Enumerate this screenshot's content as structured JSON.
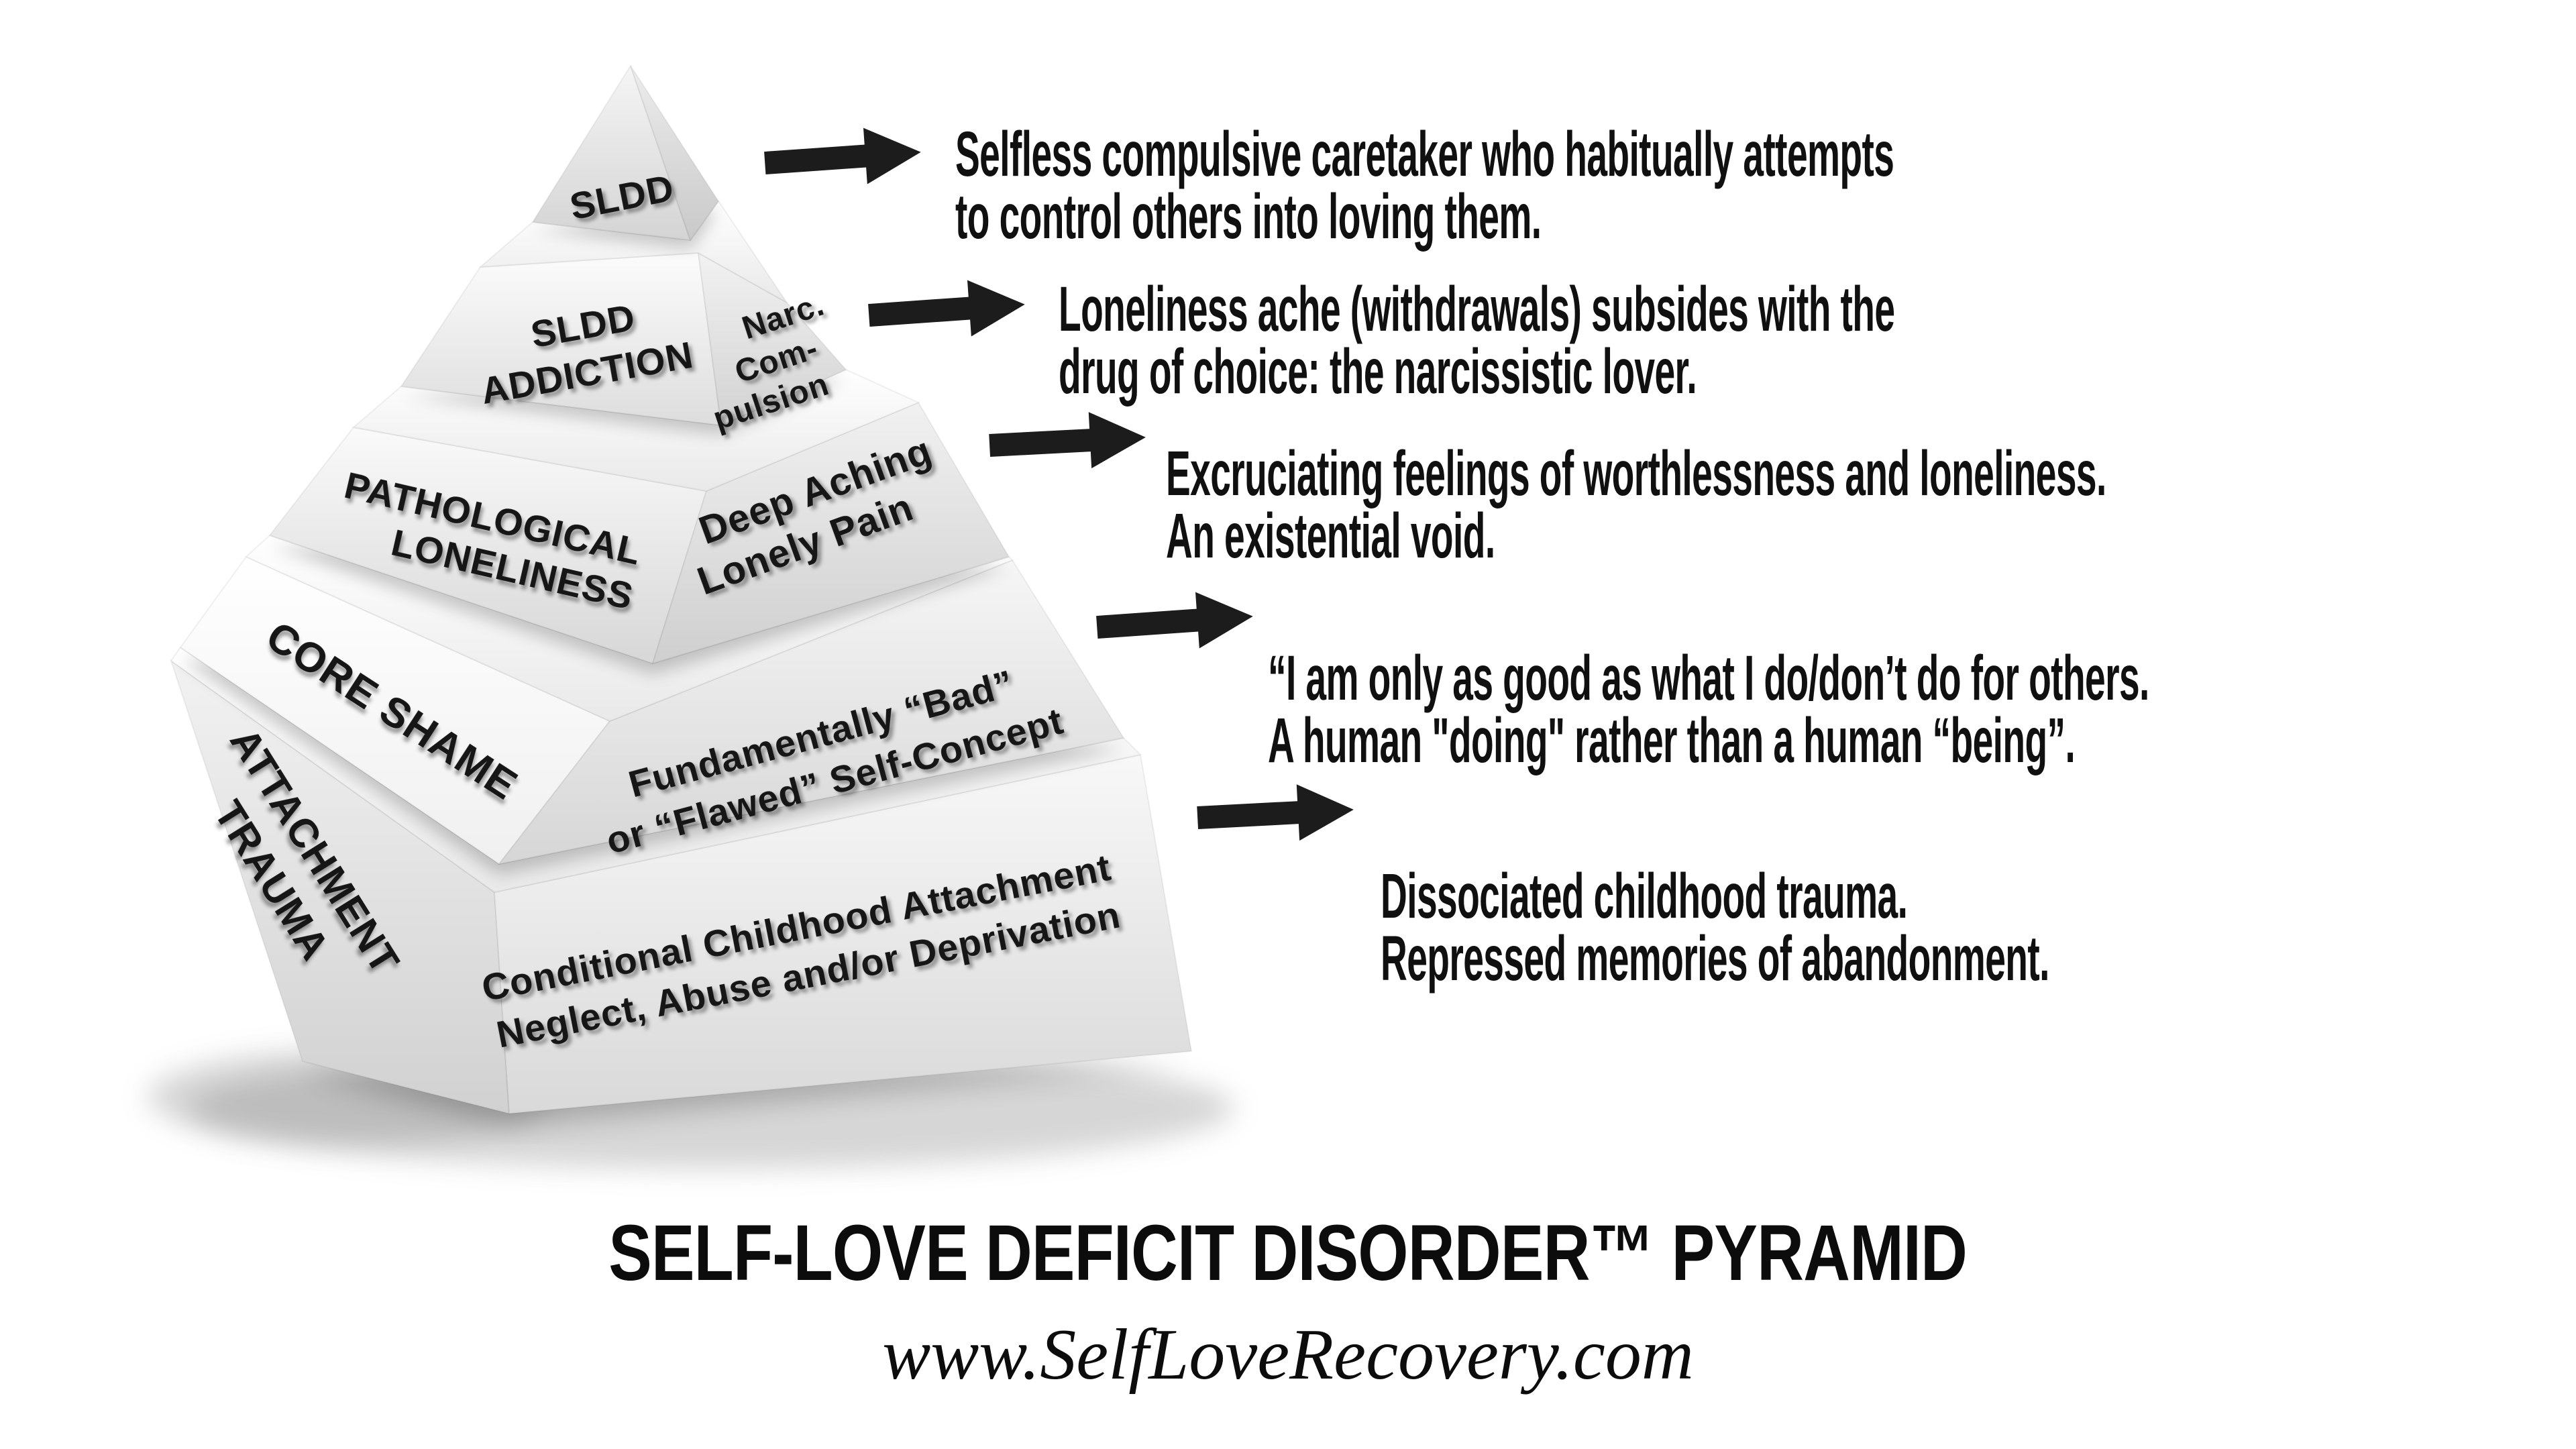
{
  "meta": {
    "background_color": "#ffffff",
    "text_color": "#101010",
    "arrow_color": "#1c1c1c",
    "pyramid_face_light": "#ffffff",
    "pyramid_face_dark": "#cfcfcf"
  },
  "pyramid": {
    "levels": [
      {
        "front_lines": [
          "SLDD"
        ],
        "side_lines": [],
        "description_lines": [
          "Selfless compulsive caretaker who habitually attempts",
          "to control others into loving them."
        ]
      },
      {
        "front_lines": [
          "SLDD",
          "ADDICTION"
        ],
        "side_lines": [
          "Narc.",
          "Com-",
          "pulsion"
        ],
        "description_lines": [
          "Loneliness ache (withdrawals) subsides with the",
          "drug of choice: the narcissistic lover."
        ]
      },
      {
        "front_lines": [
          "PATHOLOGICAL",
          "LONELINESS"
        ],
        "side_lines": [
          "Deep Aching",
          "Lonely Pain"
        ],
        "description_lines": [
          "Excruciating feelings of worthlessness and loneliness.",
          "An existential void."
        ]
      },
      {
        "front_lines": [
          "CORE SHAME"
        ],
        "side_lines": [
          "Fundamentally “Bad”",
          "or “Flawed” Self-Concept"
        ],
        "description_lines": [
          "“I am only as good as what I do/don’t do for others.",
          "A human \"doing\" rather than a human “being”."
        ]
      },
      {
        "front_lines": [
          "ATTACHMENT",
          "TRAUMA"
        ],
        "side_lines": [
          "Conditional Childhood Attachment",
          "Neglect, Abuse and/or Deprivation"
        ],
        "description_lines": [
          "Dissociated childhood trauma.",
          "Repressed memories of abandonment."
        ]
      }
    ]
  },
  "footer": {
    "title": "SELF-LOVE DEFICIT DISORDER™ PYRAMID",
    "website": "www.SelfLoveRecovery.com"
  }
}
